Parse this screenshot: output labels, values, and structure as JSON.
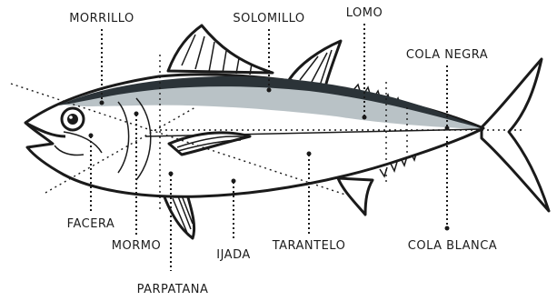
{
  "diagram": {
    "colors": {
      "outline": "#1a1a1a",
      "body": "#ffffff",
      "loin_fill": "#b9c2c6",
      "back_band": "#2b3338"
    },
    "labels": {
      "morrillo": "MORRILLO",
      "solomillo": "SOLOMILLO",
      "lomo": "LOMO",
      "cola_negra": "COLA NEGRA",
      "facera": "FACERA",
      "mormo": "MORMO",
      "parpatana": "PARPATANA",
      "ijada": "IJADA",
      "tarantelo": "TARANTELO",
      "cola_blanca": "COLA BLANCA"
    }
  }
}
